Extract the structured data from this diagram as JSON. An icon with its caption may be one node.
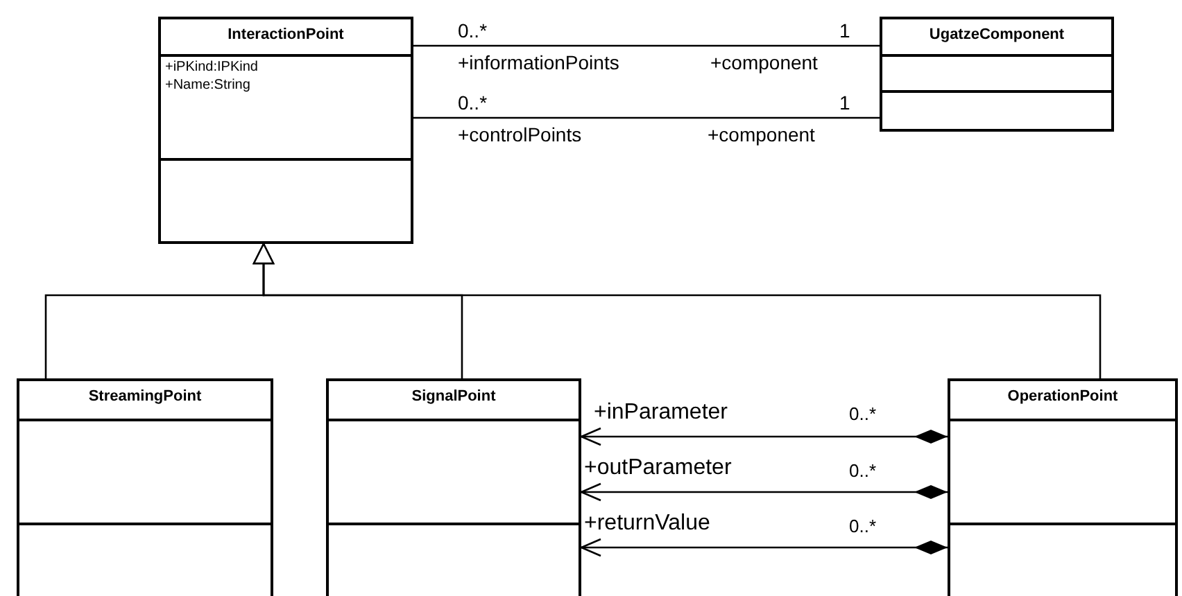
{
  "diagram": {
    "nodes": [
      {
        "text": [
          "InteractionPoint",
          "+iPKind:IPKind +Name:String"
        ]
      },
      {
        "text": [
          "UgatzeComponent"
        ]
      },
      {
        "text": [
          "StreamingPoint"
        ]
      },
      {
        "text": [
          "SignalPoint"
        ]
      },
      {
        "text": [
          "OperationPoint"
        ]
      }
    ],
    "edges": [
      {
        "from": 0,
        "to": 1,
        "arrow": "none",
        "label": "+informationPoints"
      },
      {
        "from": 0,
        "to": 1,
        "arrow": "none",
        "label": "+controlPoints"
      },
      {
        "from": 2,
        "to": 0,
        "arrow": "to"
      },
      {
        "from": 3,
        "to": 0,
        "arrow": "to"
      },
      {
        "from": 4,
        "to": 0,
        "arrow": "to"
      },
      {
        "from": 4,
        "to": 3,
        "arrow": "to",
        "label": "+inParameter"
      },
      {
        "from": 4,
        "to": 3,
        "arrow": "to",
        "label": "+outParameter"
      },
      {
        "from": 4,
        "to": 3,
        "arrow": "to",
        "label": "+returnValue"
      }
    ],
    "labels": [
      "0..*",
      "1",
      "+component",
      "0..*",
      "1",
      "+component",
      "0..*",
      "0..*",
      "0..*"
    ]
  }
}
